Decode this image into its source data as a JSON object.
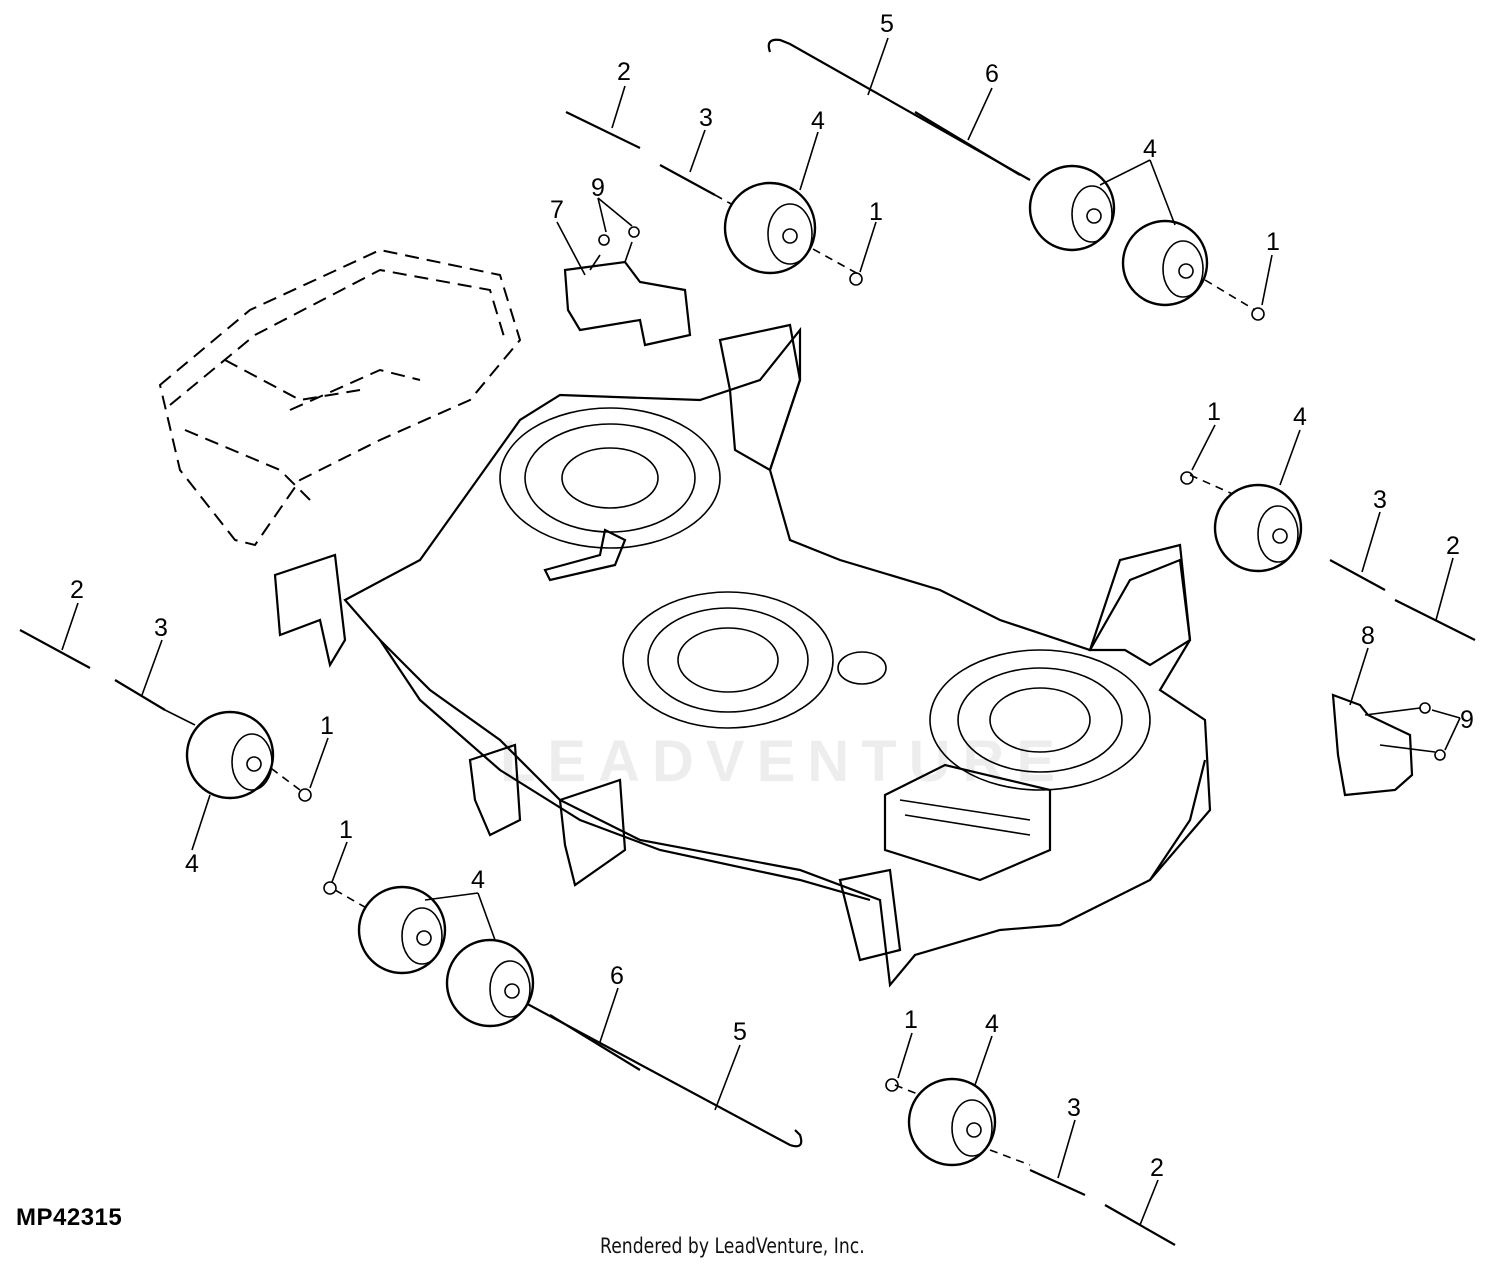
{
  "diagram": {
    "figure_id": "MP42315",
    "credit": "Rendered by LeadVenture, Inc.",
    "watermark": "LEADVENTURE",
    "callouts": [
      {
        "id": "c5-top",
        "label": "5"
      },
      {
        "id": "c6-top",
        "label": "6"
      },
      {
        "id": "c4-topright",
        "label": "4"
      },
      {
        "id": "c1-topright",
        "label": "1"
      },
      {
        "id": "c2-topleft",
        "label": "2"
      },
      {
        "id": "c3-topleft",
        "label": "3"
      },
      {
        "id": "c4-topleft",
        "label": "4"
      },
      {
        "id": "c1-topleft",
        "label": "1"
      },
      {
        "id": "c9-top",
        "label": "9"
      },
      {
        "id": "c7",
        "label": "7"
      },
      {
        "id": "c1-right",
        "label": "1"
      },
      {
        "id": "c4-right",
        "label": "4"
      },
      {
        "id": "c3-right",
        "label": "3"
      },
      {
        "id": "c2-right",
        "label": "2"
      },
      {
        "id": "c8",
        "label": "8"
      },
      {
        "id": "c9-right",
        "label": "9"
      },
      {
        "id": "c2-left",
        "label": "2"
      },
      {
        "id": "c3-left",
        "label": "3"
      },
      {
        "id": "c1-left",
        "label": "1"
      },
      {
        "id": "c4-left",
        "label": "4"
      },
      {
        "id": "c1-bottomleft",
        "label": "1"
      },
      {
        "id": "c4-bottomleft",
        "label": "4"
      },
      {
        "id": "c6-bottom",
        "label": "6"
      },
      {
        "id": "c5-bottom",
        "label": "5"
      },
      {
        "id": "c1-bottomright",
        "label": "1"
      },
      {
        "id": "c4-bottomright",
        "label": "4"
      },
      {
        "id": "c3-bottomright",
        "label": "3"
      },
      {
        "id": "c2-bottomright",
        "label": "2"
      }
    ]
  }
}
